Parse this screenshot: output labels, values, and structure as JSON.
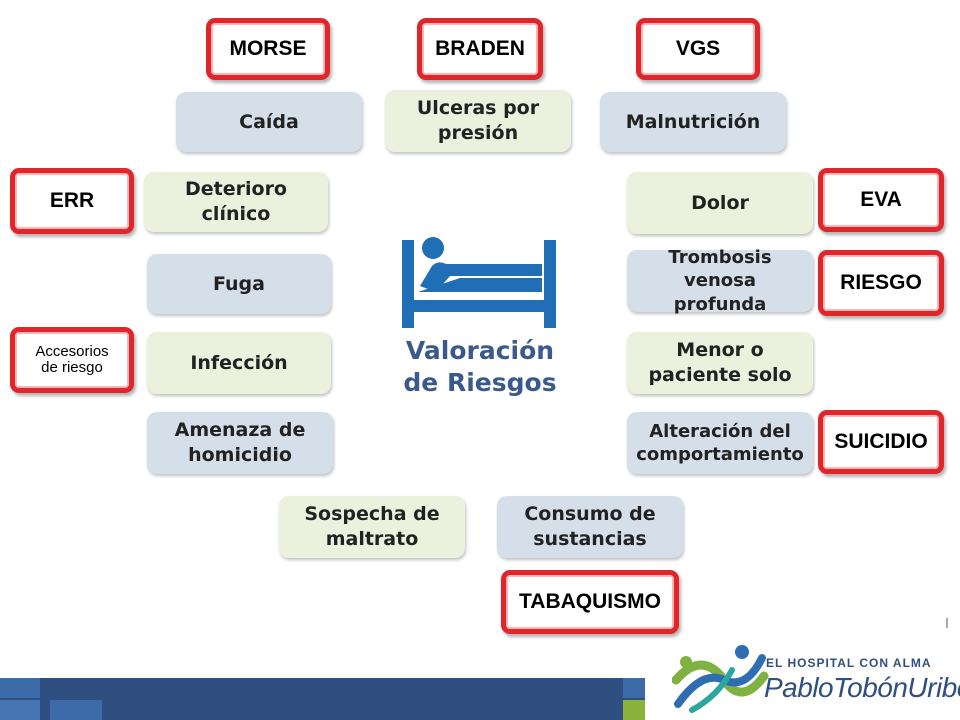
{
  "risks": {
    "caida": "Caída",
    "ulceras": "Ulceras por\npresión",
    "malnutricion": "Malnutrición",
    "deterioro": "Deterioro\nclínico",
    "dolor": "Dolor",
    "fuga": "Fuga",
    "trombosis": "Trombosis venosa\nprofunda",
    "infeccion": "Infección",
    "menor": "Menor o\npaciente solo",
    "amenaza": "Amenaza de\nhomicidio",
    "alteracion": "Alteración del\ncomportamiento",
    "sospecha": "Sospecha de\nmaltrato",
    "consumo": "Consumo de\nsustancias"
  },
  "tags": {
    "morse": "MORSE",
    "braden": "BRADEN",
    "vgs": "VGS",
    "err": "ERR",
    "eva": "EVA",
    "riesgo": "RIESGO",
    "accesorios": "Accesorios\nde riesgo",
    "suicidio": "SUICIDIO",
    "tabaquismo": "TABAQUISMO"
  },
  "center": {
    "title": "Valoración\nde Riesgos",
    "icon": "hospital-bed-icon"
  },
  "logo": {
    "tagline": "EL HOSPITAL CON ALMA",
    "name": "PabloTobónUribe"
  },
  "colors": {
    "blue_box": "#d5dfea",
    "green_box": "#ebf1dd",
    "tag_border": "#e0262b",
    "title": "#3a5a8c",
    "footer": "#2f4f80"
  }
}
